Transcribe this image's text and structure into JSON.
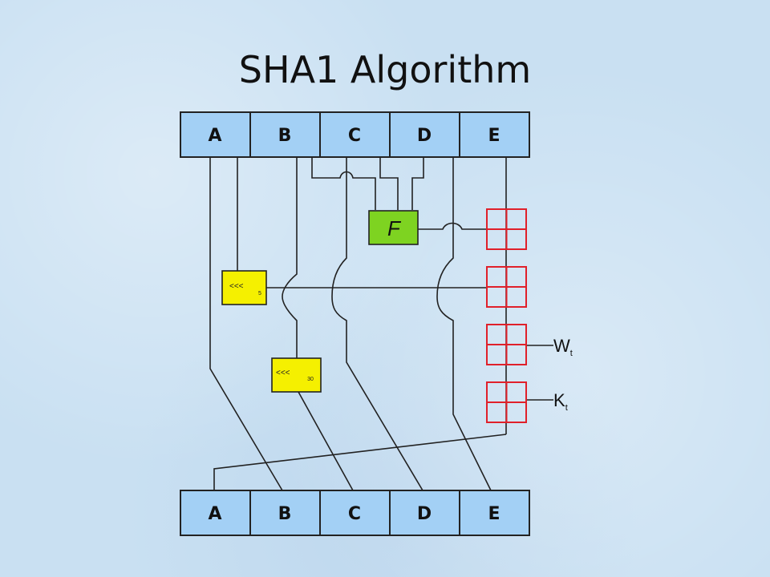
{
  "title": "SHA1 Algorithm",
  "colors": {
    "register_fill": "#a3d0f5",
    "f_box_fill": "#7ed321",
    "rotate_box_fill": "#f5f000",
    "adder_stroke": "#e0202a",
    "line": "#222222"
  },
  "diagram": {
    "input_registers": [
      "A",
      "B",
      "C",
      "D",
      "E"
    ],
    "output_registers": [
      "A",
      "B",
      "C",
      "D",
      "E"
    ],
    "function_box": {
      "label": "F"
    },
    "rotate_boxes": [
      {
        "symbol": "<<<",
        "amount": "5"
      },
      {
        "symbol": "<<<",
        "amount": "30"
      }
    ],
    "adder_inputs": [
      {
        "label": "W",
        "subscript": "t"
      },
      {
        "label": "K",
        "subscript": "t"
      }
    ]
  }
}
